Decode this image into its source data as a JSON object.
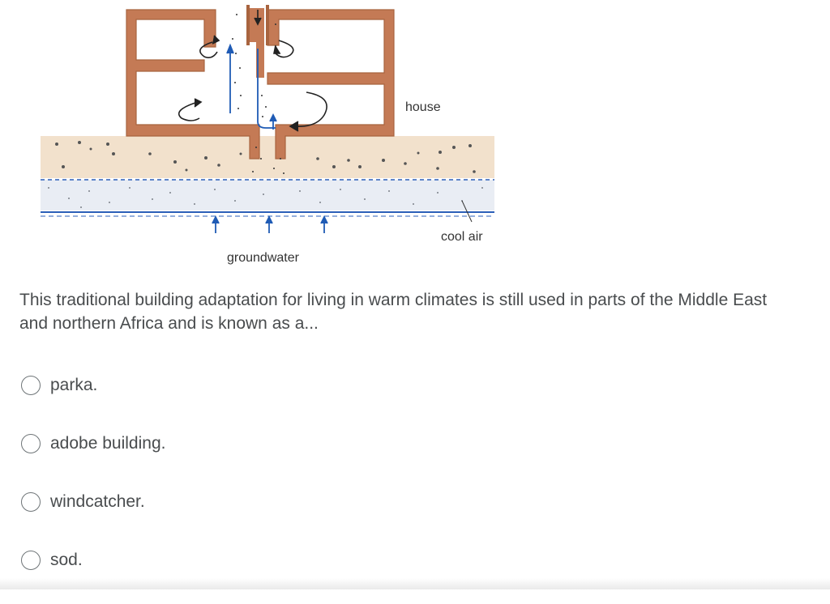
{
  "diagram": {
    "labels": {
      "house": "house",
      "cool_air": "cool air",
      "groundwater": "groundwater"
    },
    "colors": {
      "wall": "#c47a55",
      "soil": "#f2e1cc",
      "water": "#2b5fb8",
      "airflow": "#1f5bb5"
    }
  },
  "question": {
    "text": "This traditional building adaptation for living in warm climates is still used in parts of the Middle East and northern Africa and is known as a..."
  },
  "options": [
    {
      "label": "parka."
    },
    {
      "label": "adobe building."
    },
    {
      "label": "windcatcher."
    },
    {
      "label": "sod."
    }
  ]
}
